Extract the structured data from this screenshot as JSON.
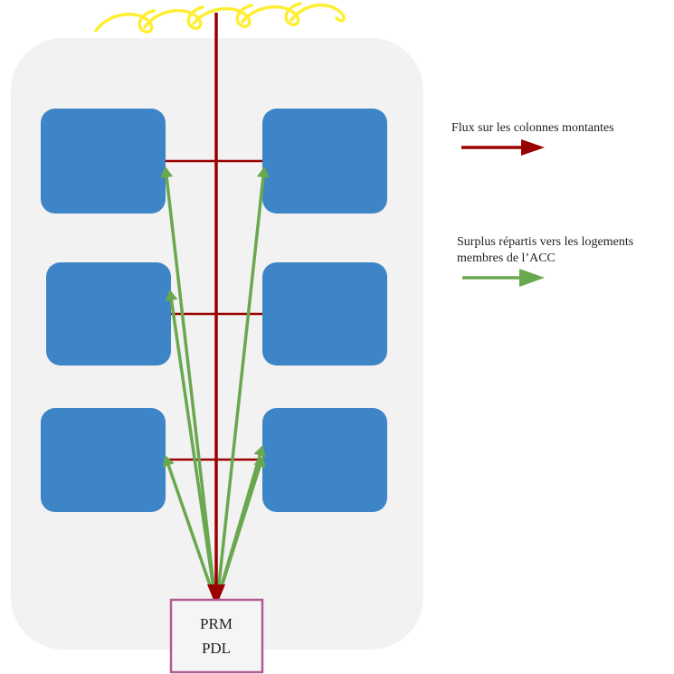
{
  "colors": {
    "building": "#f2f2f2",
    "apartment": "#3d85c6",
    "riser_flow": "#990000",
    "surplus_flow": "#6aa84f",
    "meter_border": "#b05c94",
    "sun": "#ffee33"
  },
  "icons": {
    "sun": "sun-coil-icon"
  },
  "meter": {
    "line1": "PRM",
    "line2": "PDL"
  },
  "legend": {
    "riser": {
      "label_line1": "Flux sur les colonnes montantes"
    },
    "surplus": {
      "label_line1": "Surplus répartis vers les logements",
      "label_line2": "membres de l’ACC"
    }
  }
}
